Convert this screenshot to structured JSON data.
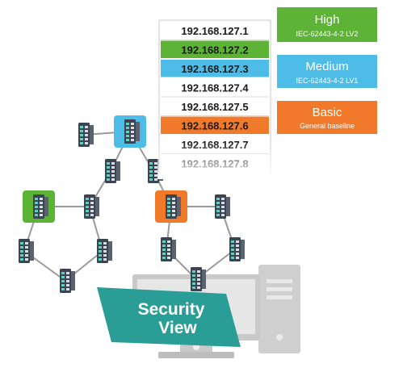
{
  "ip_list": [
    {
      "ip": "192.168.127.1",
      "level": "none"
    },
    {
      "ip": "192.168.127.2",
      "level": "high"
    },
    {
      "ip": "192.168.127.3",
      "level": "medium"
    },
    {
      "ip": "192.168.127.4",
      "level": "none"
    },
    {
      "ip": "192.168.127.5",
      "level": "none"
    },
    {
      "ip": "192.168.127.6",
      "level": "basic"
    },
    {
      "ip": "192.168.127.7",
      "level": "none"
    },
    {
      "ip": "192.168.127.8",
      "level": "none"
    }
  ],
  "levels": {
    "high": {
      "title": "High",
      "subtitle": "IEC-62443-4-2 LV2",
      "color": "#5cb335"
    },
    "medium": {
      "title": "Medium",
      "subtitle": "IEC-62443-4-2 LV1",
      "color": "#4dbde8"
    },
    "basic": {
      "title": "Basic",
      "subtitle": "General baseline",
      "color": "#f07a2a"
    }
  },
  "monitor_banner": {
    "line1": "Security",
    "line2": "View",
    "color": "#2a9d96"
  },
  "colors": {
    "switch_body": "#3b4450",
    "switch_port": "#5ad2c0",
    "link": "#9a9a9a",
    "monitor": "#c9c9c9",
    "tower": "#cfcfcf"
  }
}
